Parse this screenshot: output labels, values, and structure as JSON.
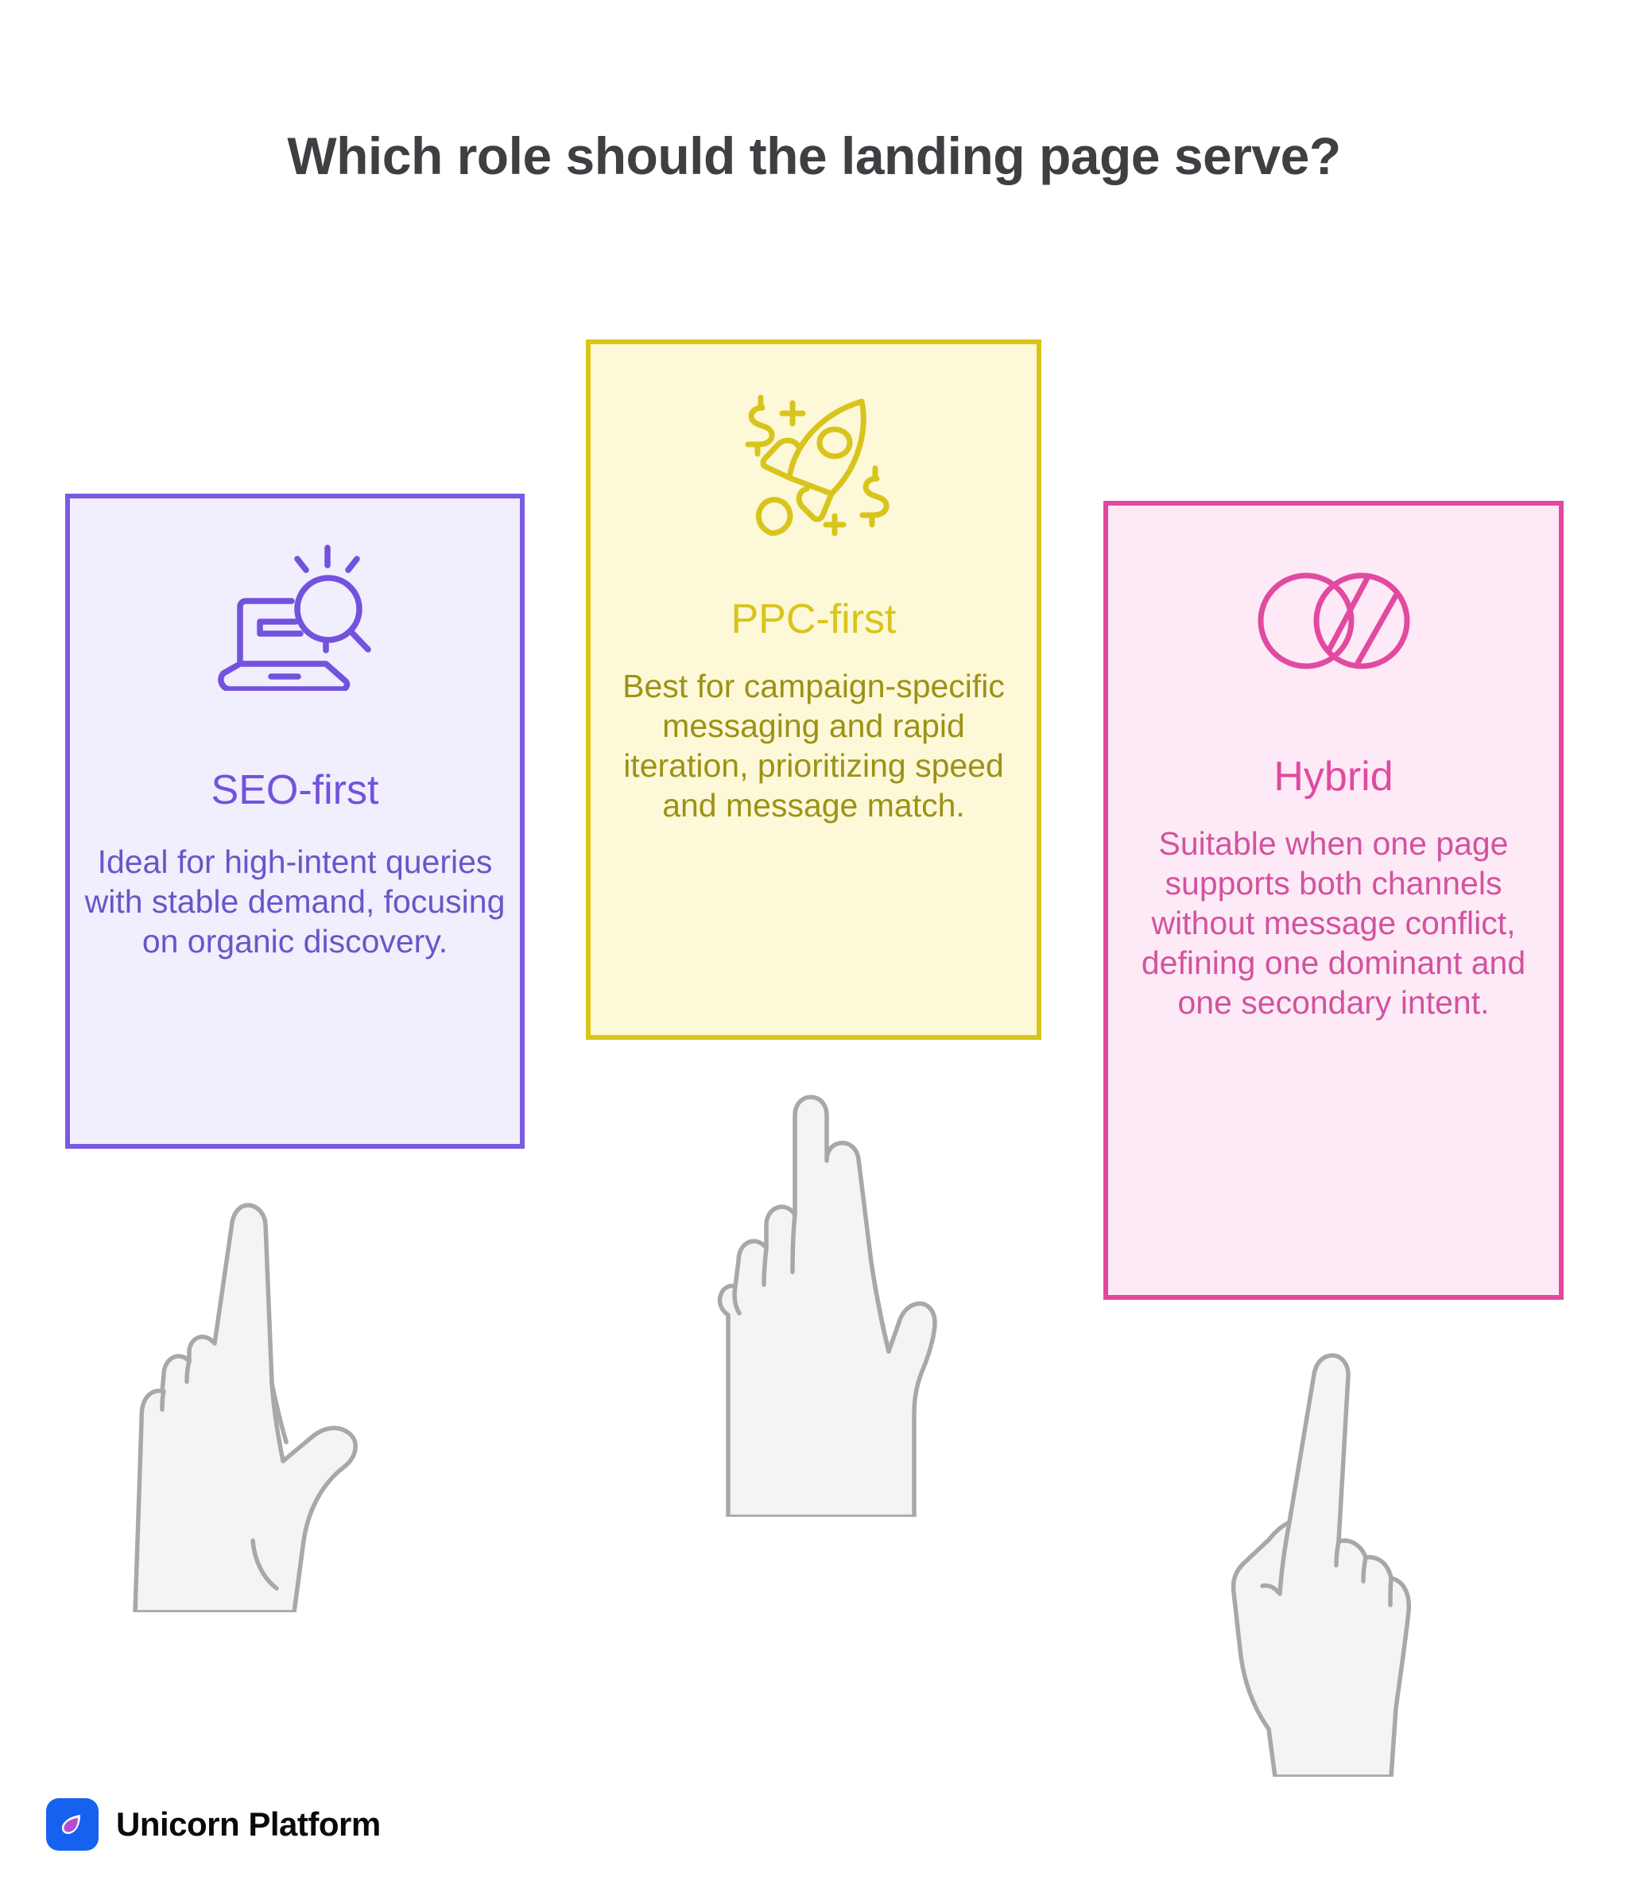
{
  "title": "Which role should the landing page serve?",
  "cards": [
    {
      "id": "seo",
      "heading": "SEO-first",
      "body": "Ideal for high-intent queries with stable demand, focusing on organic discovery.",
      "icon": "laptop-search-icon",
      "border_color": "#7b5ae0",
      "fill_color": "#f1eefd",
      "heading_color": "#7352dd",
      "body_color": "#6a55c8"
    },
    {
      "id": "ppc",
      "heading": "PPC-first",
      "body": "Best for campaign-specific messaging and rapid iteration, prioritizing speed and message match.",
      "icon": "rocket-money-icon",
      "border_color": "#d8c518",
      "fill_color": "#fdf8d7",
      "heading_color": "#d9c41c",
      "body_color": "#9c9216"
    },
    {
      "id": "hybrid",
      "heading": "Hybrid",
      "body": "Suitable when one page supports both channels without message conflict, defining one dominant and one secondary intent.",
      "icon": "venn-overlap-icon",
      "border_color": "#e2469d",
      "fill_color": "#fdeaf6",
      "heading_color": "#e14aa0",
      "body_color": "#d2539f"
    }
  ],
  "hands": [
    {
      "id": "left",
      "icon": "pointing-hand-icon"
    },
    {
      "id": "center",
      "icon": "pointing-hand-icon"
    },
    {
      "id": "right",
      "icon": "pointing-hand-icon"
    }
  ],
  "footer": {
    "brand_name": "Unicorn Platform",
    "logo_icon": "unicorn-platform-logo-icon",
    "logo_bg_color": "#1462ef",
    "logo_drop_color": "#b44bd6"
  }
}
